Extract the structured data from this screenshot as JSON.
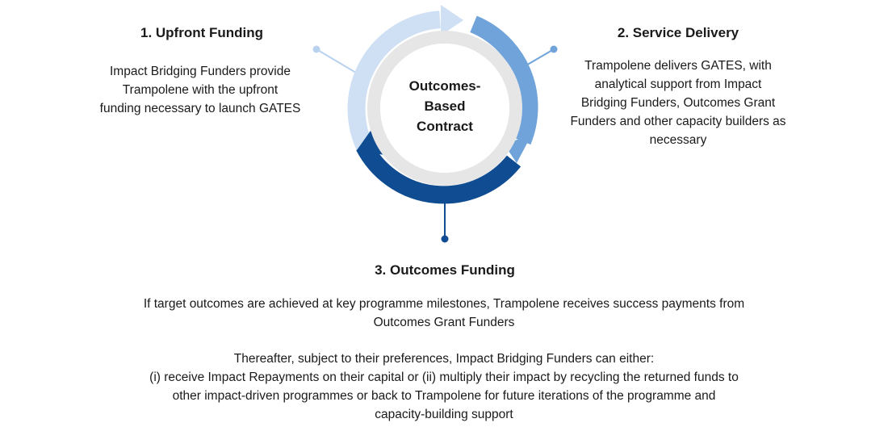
{
  "center": {
    "lines": [
      "Outcomes-",
      "Based",
      "Contract"
    ]
  },
  "steps": [
    {
      "title": "1. Upfront Funding",
      "lines": [
        "Impact Bridging Funders provide",
        "Trampolene with the upfront",
        "funding necessary to launch GATES"
      ]
    },
    {
      "title": "2. Service Delivery",
      "lines": [
        "Trampolene delivers GATES, with",
        "analytical support from Impact",
        "Bridging Funders, Outcomes Grant",
        "Funders and other capacity builders as",
        "necessary"
      ]
    },
    {
      "title": "3. Outcomes Funding",
      "lines": [
        "If target outcomes are achieved at key programme milestones, Trampolene receives success payments from",
        "Outcomes Grant Funders"
      ],
      "lines_2": [
        "Thereafter, subject to their preferences, Impact Bridging Funders can either:",
        "(i) receive Impact Repayments on their capital or (ii) multiply their impact by recycling the returned funds to",
        "other impact-driven programmes or back to Trampolene for future iterations of the programme and",
        "capacity-building support"
      ]
    }
  ],
  "colors": {
    "arrow_light": "#cfe0f4",
    "arrow_mid": "#6fa3da",
    "arrow_dark": "#0f4c92",
    "inner_ring": "#e6e6e6",
    "connector_light": "#b9d2ef",
    "connector_mid": "#6fa3da",
    "connector_dark": "#0f4c92"
  }
}
